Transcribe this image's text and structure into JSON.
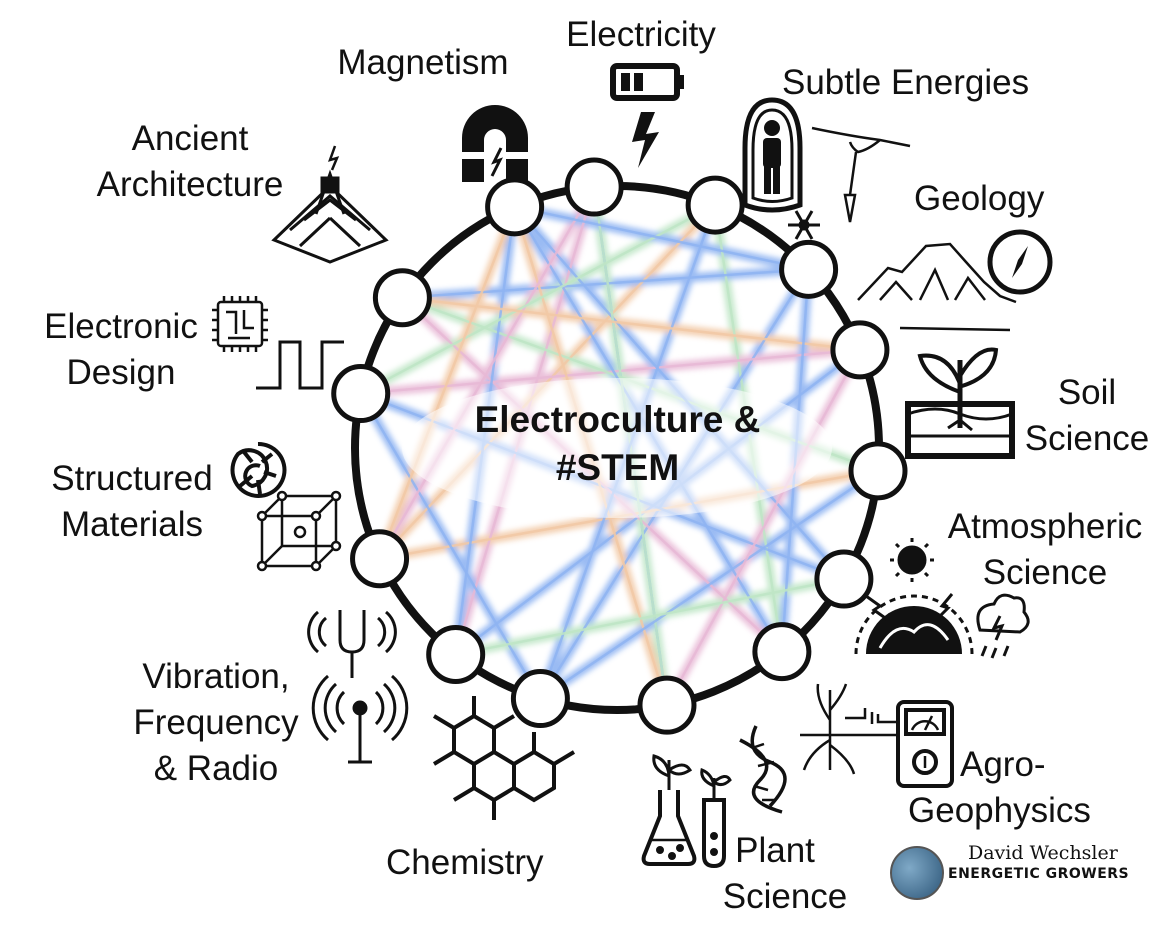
{
  "center": {
    "line1": "Electroculture &",
    "line2": "#STEM"
  },
  "topics": {
    "electricity": "Electricity",
    "magnetism": "Magnetism",
    "subtle_energies": "Subtle Energies",
    "ancient_architecture": [
      "Ancient",
      "Architecture"
    ],
    "geology": "Geology",
    "electronic_design": [
      "Electronic",
      "Design"
    ],
    "soil_science": [
      "Soil",
      "Science"
    ],
    "structured_materials": [
      "Structured",
      "Materials"
    ],
    "atmospheric_science": [
      "Atmospheric",
      "Science"
    ],
    "vibration_frequency_radio": [
      "Vibration,",
      "Frequency",
      "& Radio"
    ],
    "agro_geophysics": [
      "Agro-",
      "Geophysics"
    ],
    "chemistry": "Chemistry",
    "plant_science": [
      "Plant",
      "Science"
    ]
  },
  "credit": {
    "name": "David Wechsler",
    "brand": "ENERGETIC GROWERS"
  },
  "colors": {
    "ring": "#111111",
    "link_blue": "#8fb4f2",
    "link_pink": "#e8b9d6",
    "link_green": "#bfe6c6",
    "link_orange": "#f2c9a6"
  },
  "icons": [
    "battery-icon",
    "lightning-bolt-icon",
    "horseshoe-magnet-icon",
    "aura-person-icon",
    "pendulum-hand-icon",
    "snowflake-icon",
    "stepped-pyramid-icon",
    "mountain-icon",
    "compass-icon",
    "microchip-icon",
    "square-wave-icon",
    "sprout-in-soil-icon",
    "spiral-icon",
    "crystal-lattice-cube-icon",
    "sun-icon",
    "globe-dome-icon",
    "storm-cloud-icon",
    "tuning-fork-icon",
    "radio-antenna-icon",
    "molecule-icon",
    "plant-circuit-icon",
    "meter-icon",
    "flask-sprout-icon",
    "test-tube-sprout-icon",
    "dna-helix-icon"
  ]
}
